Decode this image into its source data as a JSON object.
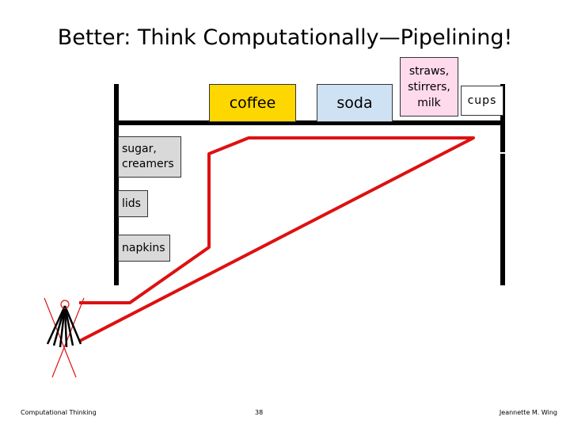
{
  "title": "Better: Think Computationally—Pipelining!",
  "stations": {
    "coffee": "coffee",
    "soda": "soda",
    "straws": "straws, stirrers, milk",
    "cups": "cups",
    "sugar": "sugar, creamers",
    "lids": "lids",
    "napkins": "napkins"
  },
  "colors": {
    "path": "#dd1111",
    "coffee": "#ffd700",
    "soda": "#cfe2f3",
    "straws": "#ffd9ec",
    "side_stations": "#d9d9d9",
    "counter": "#000000"
  },
  "icons": {
    "person": "stick-figure-crowd-icon"
  },
  "footer": {
    "left": "Computational Thinking",
    "page": "38",
    "author": "Jeannette M. Wing"
  }
}
